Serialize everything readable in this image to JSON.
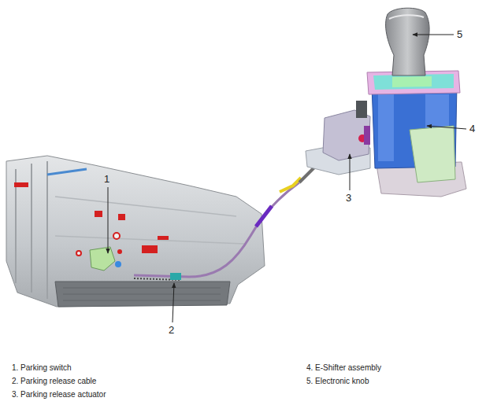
{
  "diagram": {
    "labels": [
      "5",
      "4",
      "3",
      "1",
      "2",
      "1. Parking switch",
      "2. Parking release cable",
      "3. Parking release actuator",
      "4. E-Shifter assembly",
      "5. Electronic knob"
    ]
  }
}
